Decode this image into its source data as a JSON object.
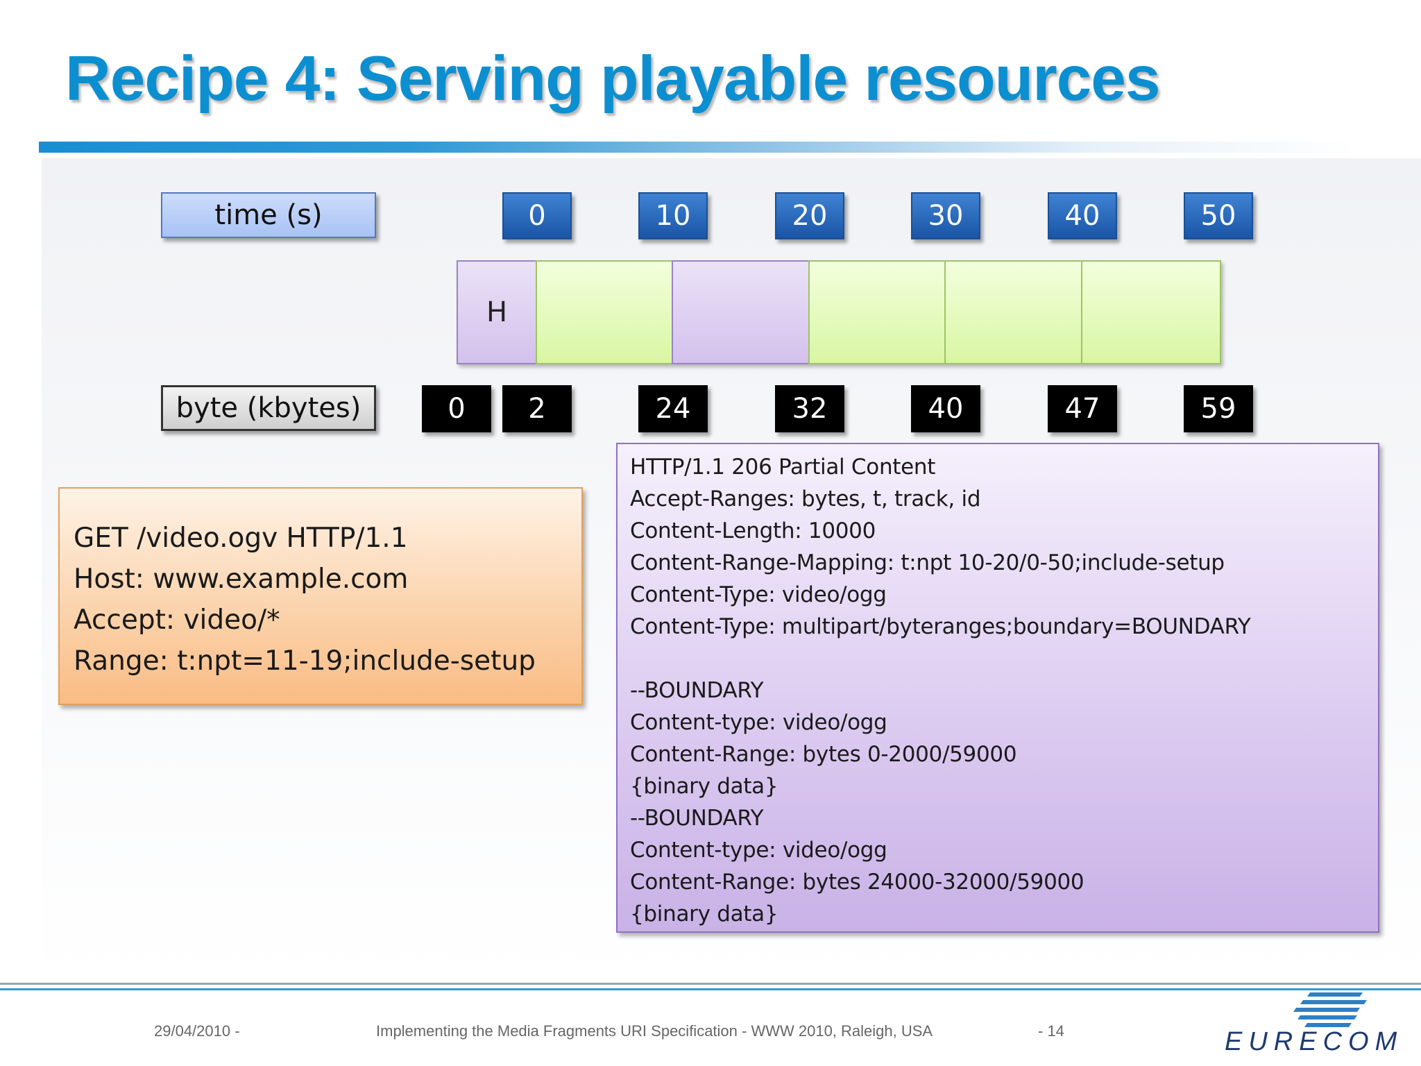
{
  "slide": {
    "title": "Recipe 4: Serving playable resources"
  },
  "timeline": {
    "time_label": "time (s)",
    "time_ticks": [
      "0",
      "10",
      "20",
      "30",
      "40",
      "50"
    ],
    "header_segment_label": "H",
    "byte_label": "byte (kbytes)",
    "byte_ticks": [
      "0",
      "2",
      "24",
      "32",
      "40",
      "47",
      "59"
    ],
    "colors": {
      "time_tick": "#2563b8",
      "byte_tick": "#000000",
      "selected_segment": "#d9cbef",
      "other_segment": "#e3f9b8"
    }
  },
  "request": {
    "lines": [
      "GET /video.ogv HTTP/1.1",
      "Host: www.example.com",
      "Accept: video/*",
      "Range: t:npt=11-19;include-setup"
    ],
    "color": "#fbcfa4"
  },
  "response": {
    "lines": [
      "HTTP/1.1 206 Partial Content",
      "Accept-Ranges: bytes, t, track, id",
      "Content-Length: 10000",
      "Content-Range-Mapping: t:npt 10-20/0-50;include-setup",
      "Content-Type: video/ogg",
      "Content-Type: multipart/byteranges;boundary=BOUNDARY",
      "",
      "--BOUNDARY",
      "Content-type: video/ogg",
      "Content-Range: bytes 0-2000/59000",
      "{binary data}",
      "--BOUNDARY",
      "Content-type: video/ogg",
      "Content-Range: bytes 24000-32000/59000",
      "{binary data}"
    ],
    "color": "#dccbf1"
  },
  "footer": {
    "date": "29/04/2010 -",
    "event": "Implementing the Media Fragments URI Specification - WWW 2010, Raleigh, USA",
    "page": "- 14",
    "logo_text": "EURECOM"
  }
}
